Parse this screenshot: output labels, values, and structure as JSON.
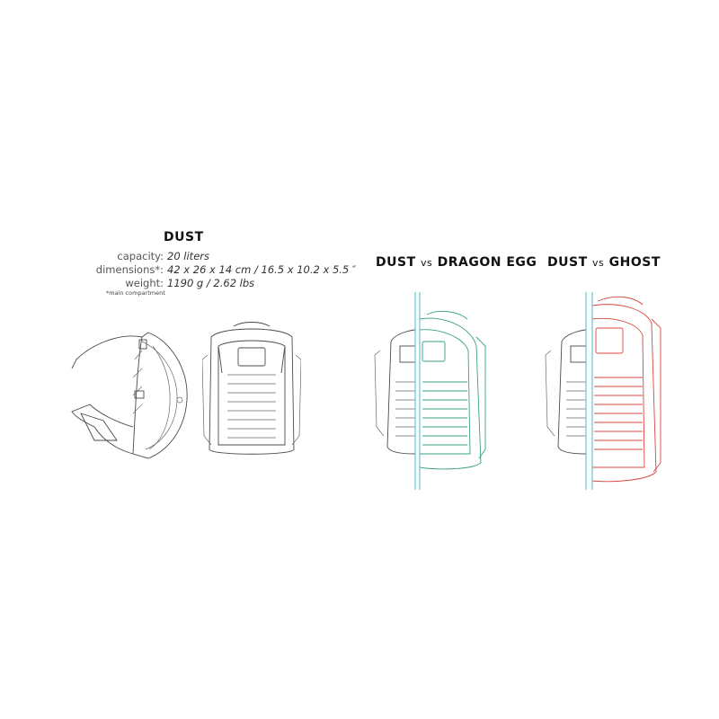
{
  "product": {
    "name": "DUST",
    "specs": [
      {
        "label": "capacity:",
        "value": "20 liters"
      },
      {
        "label": "dimensions*:",
        "value": "42 x 26 x 14 cm / 16.5 x 10.2 x 5.5 ″"
      },
      {
        "label": "weight:",
        "value": "1190 g / 2.62 lbs"
      }
    ],
    "note": "*main compartment"
  },
  "comparisons": [
    {
      "name": "DUST",
      "vs": "vs",
      "other": "DRAGON EGG",
      "color": "#3aa17a"
    },
    {
      "name": "DUST",
      "vs": "vs",
      "other": "GHOST",
      "color": "#d9473f"
    }
  ],
  "colors": {
    "divider": "#5bbfd0",
    "outline": "#4a4a4a"
  }
}
